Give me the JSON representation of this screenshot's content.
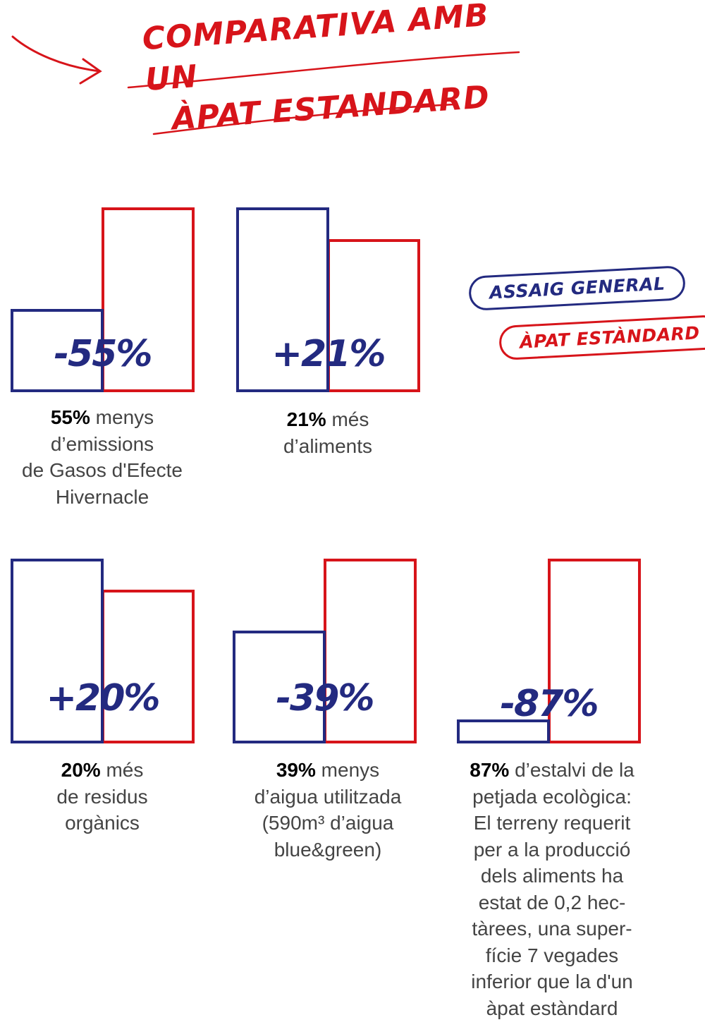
{
  "title": {
    "line1": "COMPARATIVA AMB UN",
    "line2": "ÀPAT ESTANDARD"
  },
  "legend": {
    "series_a": "ASSAIG GENERAL",
    "series_b": "ÀPAT ESTÀNDARD"
  },
  "colors": {
    "series_a": "#232a80",
    "series_b": "#d7141a"
  },
  "icons": {
    "arrow": "hand-drawn-arrow-icon"
  },
  "chart_data": [
    {
      "type": "bar",
      "label": "-55%",
      "series": [
        {
          "name": "ASSAIG GENERAL",
          "values": [
            45
          ]
        },
        {
          "name": "ÀPAT ESTÀNDARD",
          "values": [
            100
          ]
        }
      ],
      "caption": {
        "bold": "55%",
        "rest": " menys",
        "lines": [
          "d’emissions",
          "de Gasos d'Efecte",
          "Hivernacle"
        ]
      }
    },
    {
      "type": "bar",
      "label": "+21%",
      "series": [
        {
          "name": "ASSAIG GENERAL",
          "values": [
            121
          ]
        },
        {
          "name": "ÀPAT ESTÀNDARD",
          "values": [
            100
          ]
        }
      ],
      "caption": {
        "bold": "21%",
        "rest": " més",
        "lines": [
          "d’aliments"
        ]
      }
    },
    {
      "type": "bar",
      "label": "+20%",
      "series": [
        {
          "name": "ASSAIG GENERAL",
          "values": [
            120
          ]
        },
        {
          "name": "ÀPAT ESTÀNDARD",
          "values": [
            100
          ]
        }
      ],
      "caption": {
        "bold": "20%",
        "rest": " més",
        "lines": [
          "de residus",
          "orgànics"
        ]
      }
    },
    {
      "type": "bar",
      "label": "-39%",
      "series": [
        {
          "name": "ASSAIG GENERAL",
          "values": [
            61
          ]
        },
        {
          "name": "ÀPAT ESTÀNDARD",
          "values": [
            100
          ]
        }
      ],
      "caption": {
        "bold": "39%",
        "rest": " menys",
        "lines": [
          "d’aigua utilitzada",
          "(590m³ d’aigua",
          "blue&green)"
        ]
      }
    },
    {
      "type": "bar",
      "label": "-87%",
      "series": [
        {
          "name": "ASSAIG GENERAL",
          "values": [
            13
          ]
        },
        {
          "name": "ÀPAT ESTÀNDARD",
          "values": [
            100
          ]
        }
      ],
      "caption": {
        "bold": "87%",
        "rest": " d’estalvi de la",
        "lines": [
          "petjada ecològica:",
          "El terreny requerit",
          "per a la producció",
          "dels aliments ha",
          "estat de 0,2 hec-",
          "tàrees, una super-",
          "fície 7 vegades",
          "inferior que la d'un",
          "àpat estàndard"
        ]
      }
    }
  ]
}
